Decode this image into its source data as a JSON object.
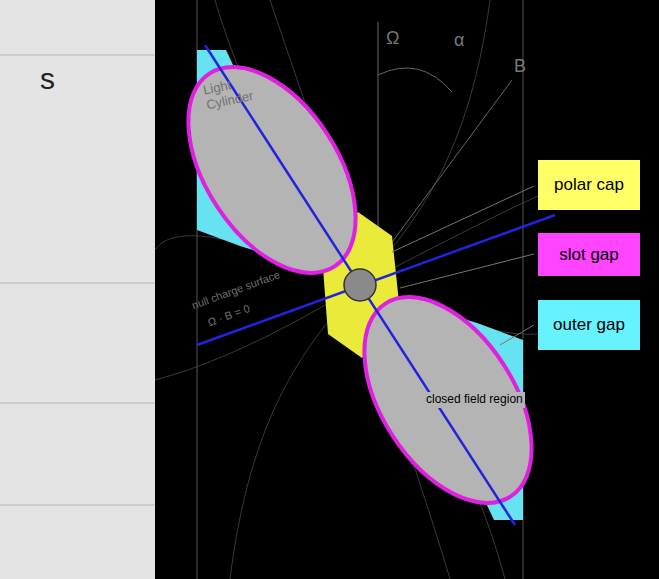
{
  "diagram": {
    "labels": [
      "s",
      "Light Cylinder",
      "Ω",
      "α",
      "B",
      "null charge surface",
      "Ω · B = 0",
      "closed field region"
    ],
    "legend": [
      {
        "text": "polar cap",
        "color": "#ffff66"
      },
      {
        "text": "slot gap",
        "color": "#ff44ff"
      },
      {
        "text": "outer gap",
        "color": "#66f2ff"
      }
    ]
  }
}
